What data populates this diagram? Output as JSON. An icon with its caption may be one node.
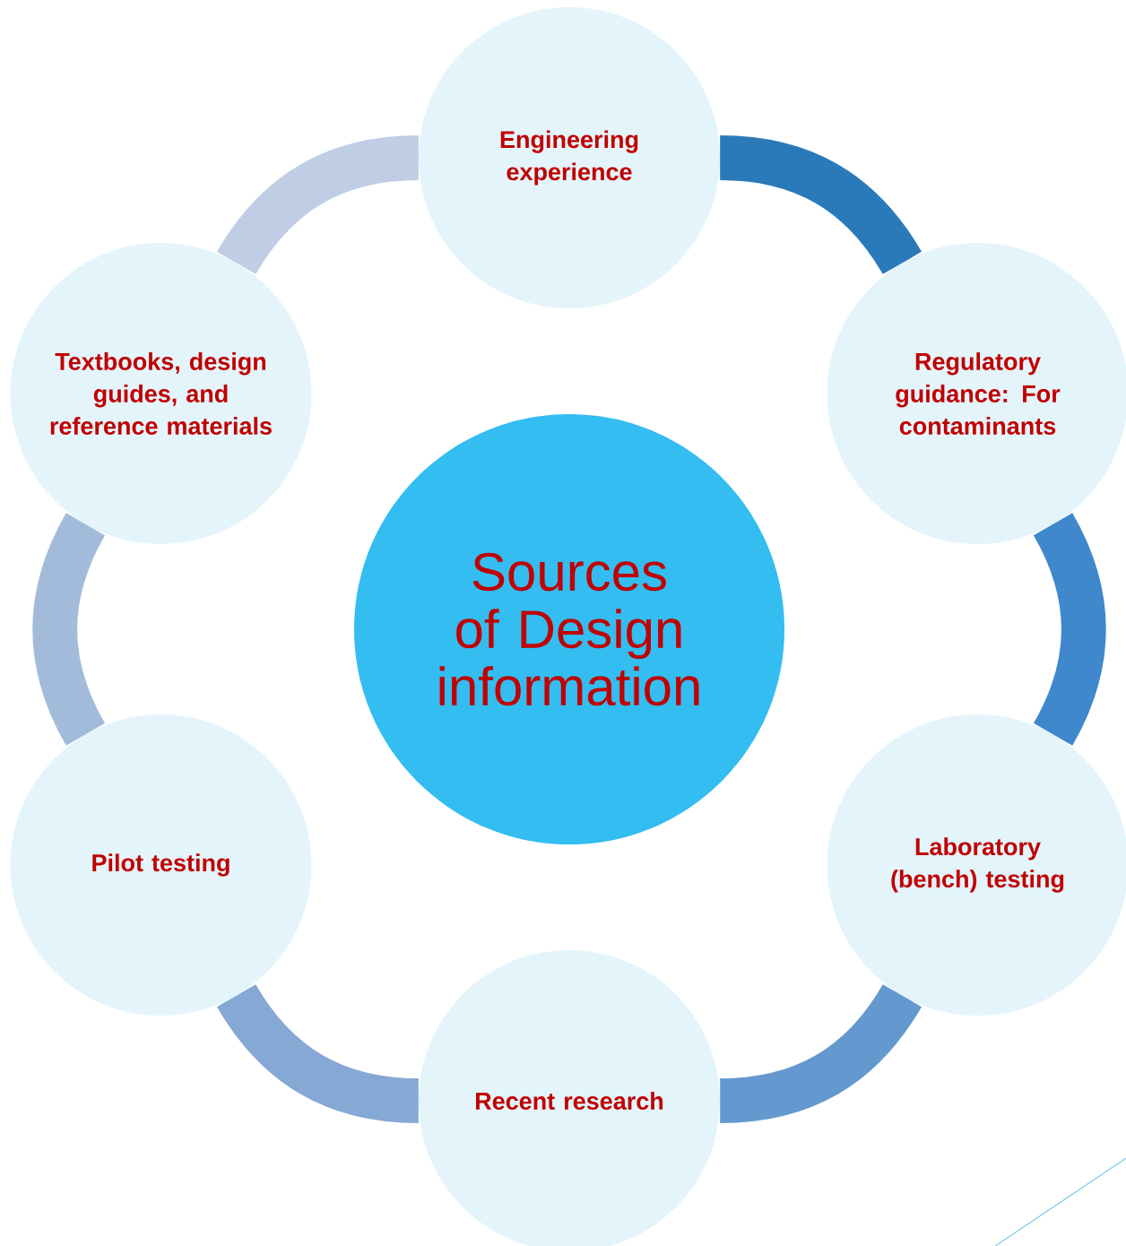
{
  "diagram": {
    "nodes": [
      {
        "text": [
          "Sources of Design information"
        ]
      },
      {
        "text": [
          "Engineering experience"
        ]
      },
      {
        "text": [
          "**Regulatory guidance:** For contaminants"
        ]
      },
      {
        "text": [
          "Laboratory (bench) testing"
        ]
      },
      {
        "text": [
          "Recent research"
        ]
      },
      {
        "text": [
          "Pilot testing"
        ]
      },
      {
        "text": [
          "Textbooks, design guides, and reference materials"
        ]
      }
    ],
    "edges": [
      {
        "from": 1,
        "to": 2,
        "arrow": "none",
        "color": "#2a7aba"
      },
      {
        "from": 2,
        "to": 3,
        "arrow": "none",
        "color": "#3f88cb"
      },
      {
        "from": 3,
        "to": 4,
        "arrow": "none",
        "color": "#6499cf"
      },
      {
        "from": 4,
        "to": 5,
        "arrow": "none",
        "color": "#86a8d5"
      },
      {
        "from": 5,
        "to": 6,
        "arrow": "none",
        "color": "#a3bbdb"
      },
      {
        "from": 6,
        "to": 1,
        "arrow": "none",
        "color": "#bfcde5"
      }
    ]
  }
}
